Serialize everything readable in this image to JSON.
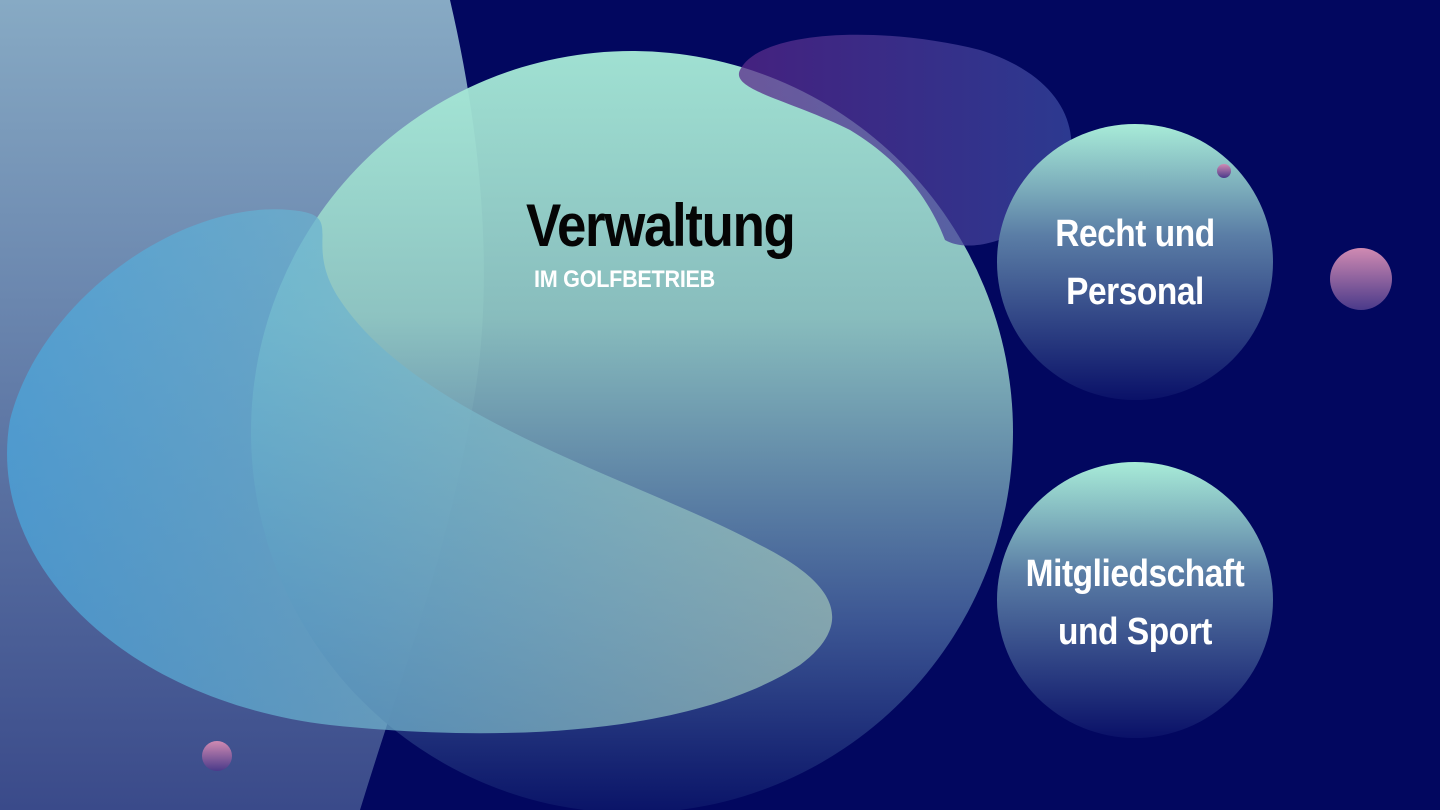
{
  "slide": {
    "title": "Verwaltung",
    "subtitle": "IM GOLFBETRIEB",
    "topics": [
      {
        "line1": "Recht und",
        "line2": "Personal"
      },
      {
        "line1": "Mitgliedschaft",
        "line2": "und Sport"
      }
    ]
  },
  "colors": {
    "background": "#02075f",
    "bubble_mint": "#a8ecd8",
    "bubble_blue": "#4aa3d8",
    "accent_pink": "#c98bb0",
    "title_text": "#050505",
    "label_text": "#ffffff"
  }
}
